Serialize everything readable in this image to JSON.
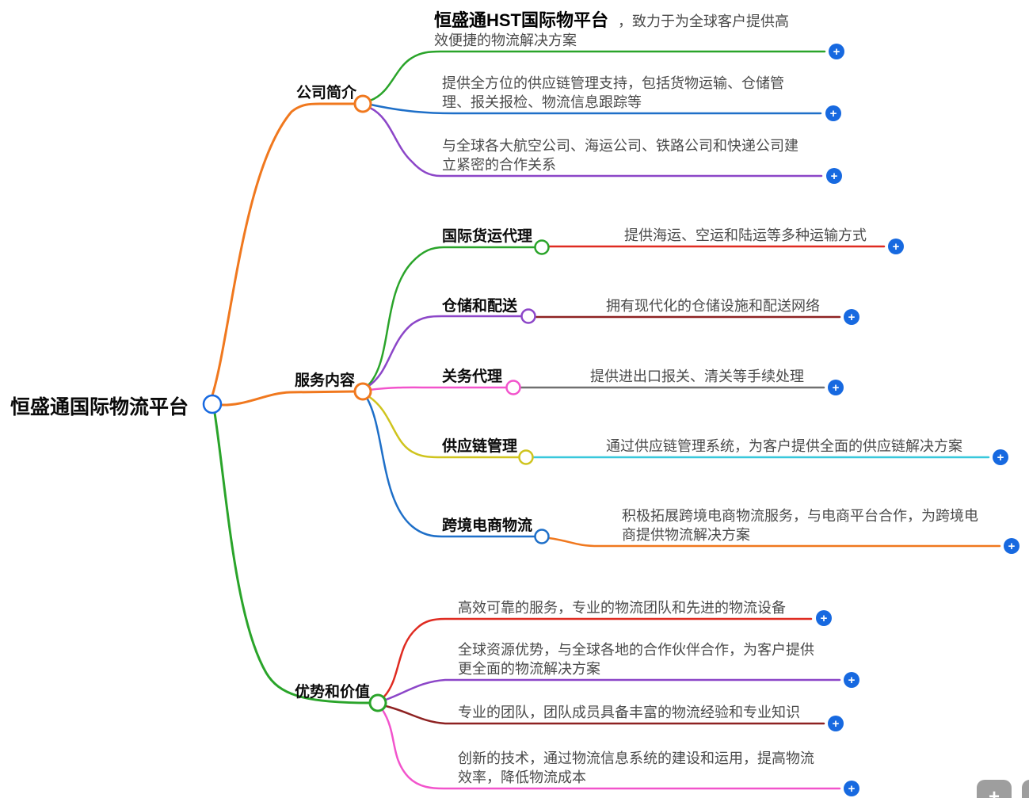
{
  "root": {
    "label": "恒盛通国际物流平台"
  },
  "branches": [
    {
      "label": "公司简介",
      "children": [
        {
          "title": "恒盛通HST国际物平台",
          "text": "，致力于为全球客户提供高效便捷的物流解决方案"
        },
        {
          "text": "提供全方位的供应链管理支持，包括货物运输、仓储管理、报关报检、物流信息跟踪等"
        },
        {
          "text": "与全球各大航空公司、海运公司、铁路公司和快递公司建立紧密的合作关系"
        }
      ]
    },
    {
      "label": "服务内容",
      "children": [
        {
          "label": "国际货运代理",
          "text": "提供海运、空运和陆运等多种运输方式"
        },
        {
          "label": "仓储和配送",
          "text": "拥有现代化的仓储设施和配送网络"
        },
        {
          "label": "关务代理",
          "text": "提供进出口报关、清关等手续处理"
        },
        {
          "label": "供应链管理",
          "text": "通过供应链管理系统，为客户提供全面的供应链解决方案"
        },
        {
          "label": "跨境电商物流",
          "text": "积极拓展跨境电商物流服务，与电商平台合作，为跨境电商提供物流解决方案"
        }
      ]
    },
    {
      "label": "优势和价值",
      "children": [
        {
          "text": "高效可靠的服务，专业的物流团队和先进的物流设备"
        },
        {
          "text": "全球资源优势，与全球各地的合作伙伴合作，为客户提供更全面的物流解决方案"
        },
        {
          "text": "专业的团队，团队成员具备丰富的物流经验和专业知识"
        },
        {
          "text": "创新的技术，通过物流信息系统的建设和运用，提高物流效率，降低物流成本"
        }
      ]
    }
  ],
  "icons": {
    "plus": "+"
  },
  "colors": {
    "orange": "#f0781e",
    "green": "#2aa42a",
    "blue": "#1e6fc8",
    "purple": "#8c46c8",
    "magenta": "#f254cc",
    "yellow": "#cfc41e",
    "red": "#df2b21",
    "dark_red": "#8e2222",
    "gray": "#707070",
    "cyan": "#38c8dc",
    "plus_button": "#1769e0",
    "float_button": "#9e9e9e"
  }
}
